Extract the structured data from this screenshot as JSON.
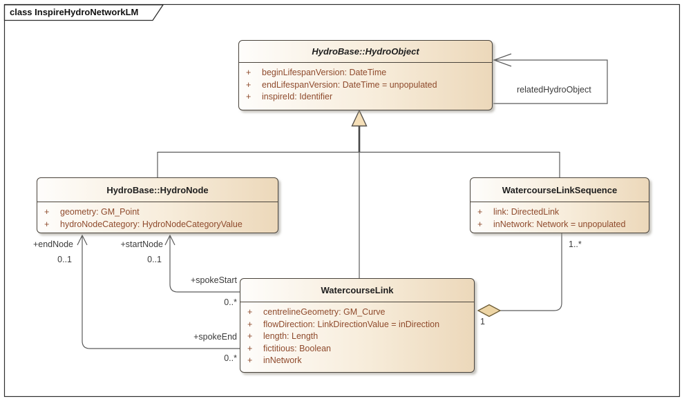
{
  "diagram": {
    "frame_label": "class InspireHydroNetworkLM",
    "classes": {
      "hydroObject": {
        "title": "HydroBase::HydroObject",
        "attributes": [
          {
            "vis": "+",
            "text": "beginLifespanVersion: DateTime"
          },
          {
            "vis": "+",
            "text": "endLifespanVersion: DateTime = unpopulated"
          },
          {
            "vis": "+",
            "text": "inspireId: Identifier"
          }
        ]
      },
      "hydroNode": {
        "title": "HydroBase::HydroNode",
        "attributes": [
          {
            "vis": "+",
            "text": "geometry: GM_Point"
          },
          {
            "vis": "+",
            "text": "hydroNodeCategory: HydroNodeCategoryValue"
          }
        ]
      },
      "watercourseLinkSequence": {
        "title": "WatercourseLinkSequence",
        "attributes": [
          {
            "vis": "+",
            "text": "link: DirectedLink"
          },
          {
            "vis": "+",
            "text": "inNetwork: Network = unpopulated"
          }
        ]
      },
      "watercourseLink": {
        "title": "WatercourseLink",
        "attributes": [
          {
            "vis": "+",
            "text": "centrelineGeometry: GM_Curve"
          },
          {
            "vis": "+",
            "text": "flowDirection: LinkDirectionValue = inDirection"
          },
          {
            "vis": "+",
            "text": "length: Length"
          },
          {
            "vis": "+",
            "text": "fictitious: Boolean"
          },
          {
            "vis": "+",
            "text": "inNetwork"
          }
        ]
      }
    },
    "labels": {
      "relatedHydroObject": "relatedHydroObject",
      "endNode": "+endNode",
      "endNodeMult": "0..1",
      "startNode": "+startNode",
      "startNodeMult": "0..1",
      "spokeStart": "+spokeStart",
      "spokeStartMult": "0..*",
      "spokeEnd": "+spokeEnd",
      "spokeEndMult": "0..*",
      "sequenceMult": "1..*",
      "aggregationMult": "1"
    },
    "colors": {
      "boxFillLight": "#fefdfb",
      "boxFillDark": "#ecd8ba",
      "boxBorder": "#48423a",
      "attributeText": "#8e4a2c",
      "headerText": "#1e1e1e",
      "connectorLine": "#5a5a5a",
      "triangleFill": "#f5dfb8",
      "diamondFill": "#edd5a5"
    }
  }
}
